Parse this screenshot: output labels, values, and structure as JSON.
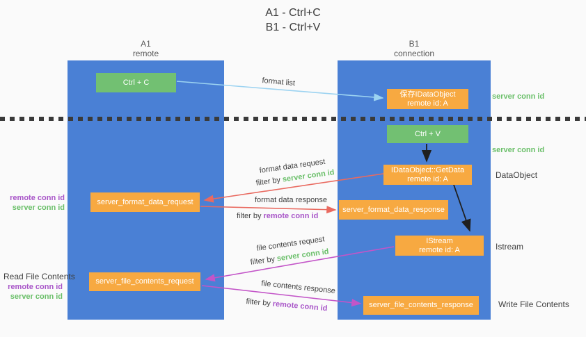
{
  "title": {
    "line1": "A1 - Ctrl+C",
    "line2": "B1 - Ctrl+V"
  },
  "columns": {
    "a": {
      "name": "A1",
      "role": "remote"
    },
    "b": {
      "name": "B1",
      "role": "connection"
    }
  },
  "nodes": {
    "ctrl_c": {
      "label": "Ctrl + C"
    },
    "save_idataobject": {
      "line1": "保存IDataObject",
      "line2": "remote id: A"
    },
    "ctrl_v": {
      "label": "Ctrl + V"
    },
    "getdata": {
      "line1": "IDataObject::GetData",
      "line2": "remote id: A"
    },
    "format_request": {
      "label": "server_format_data_request"
    },
    "format_response": {
      "label": "server_format_data_response"
    },
    "istream": {
      "line1": "IStream",
      "line2": "remote id: A"
    },
    "file_request": {
      "label": "server_file_contents_request"
    },
    "file_response": {
      "label": "server_file_contents_response"
    }
  },
  "arrow_labels": {
    "format_list": "format list",
    "format_data_request": "format data request",
    "format_data_response": "format data response",
    "file_contents_request": "file contents request",
    "file_contents_response": "file contents response",
    "filter_prefix": "filter by",
    "server_conn_id": "server conn id",
    "remote_conn_id": "remote conn id"
  },
  "annotations": {
    "server_conn_id_top": "server conn id",
    "server_conn_id_mid": "server conn id",
    "dataobject": "DataObject",
    "istream": "Istream",
    "write_file_contents": "Write File Contents",
    "read_file_contents": "Read File Contents",
    "left_top": {
      "remote_conn_id": "remote conn id",
      "server_conn_id": "server conn id"
    },
    "left_bottom": {
      "remote_conn_id": "remote conn id",
      "server_conn_id": "server conn id"
    }
  },
  "colors": {
    "background": "#fafafa",
    "column_blue": "#4a80d5",
    "box_green": "#72c072",
    "box_orange": "#f7a941",
    "arrow_blue": "#9cd3f1",
    "arrow_red": "#e96a60",
    "arrow_magenta": "#c355c8",
    "arrow_black": "#1f1f1f",
    "text_green": "#6abf69",
    "text_purple": "#a855c8",
    "text_dark": "#3f3f3f"
  }
}
